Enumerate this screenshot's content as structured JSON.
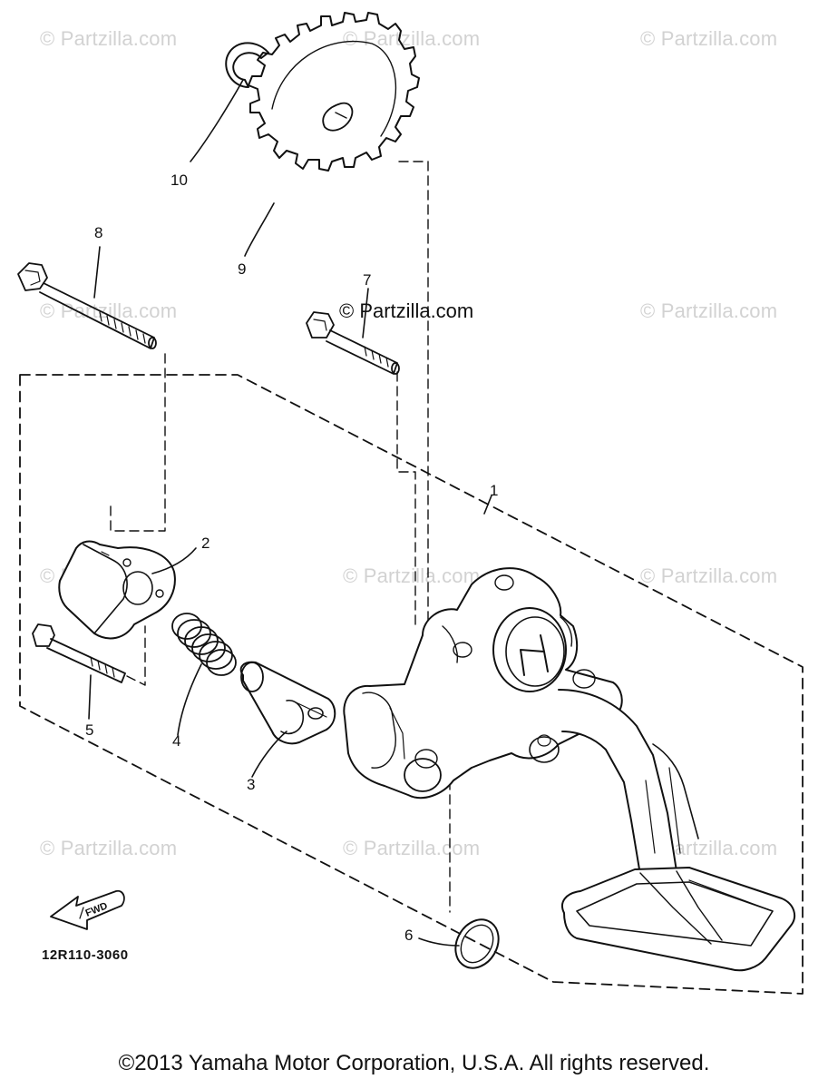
{
  "watermarks": {
    "text": "© Partzilla.com",
    "center_label": "© Partzilla.com"
  },
  "callouts": {
    "c1": "1",
    "c2": "2",
    "c3": "3",
    "c4": "4",
    "c5": "5",
    "c6": "6",
    "c7": "7",
    "c8": "8",
    "c9": "9",
    "c10": "10"
  },
  "direction_tag": "FWD",
  "part_code": "12R110-3060",
  "copyright": "©2013 Yamaha Motor Corporation, U.S.A. All rights reserved.",
  "colors": {
    "line": "#111111",
    "watermark": "#d2d2d2",
    "background": "#ffffff"
  }
}
